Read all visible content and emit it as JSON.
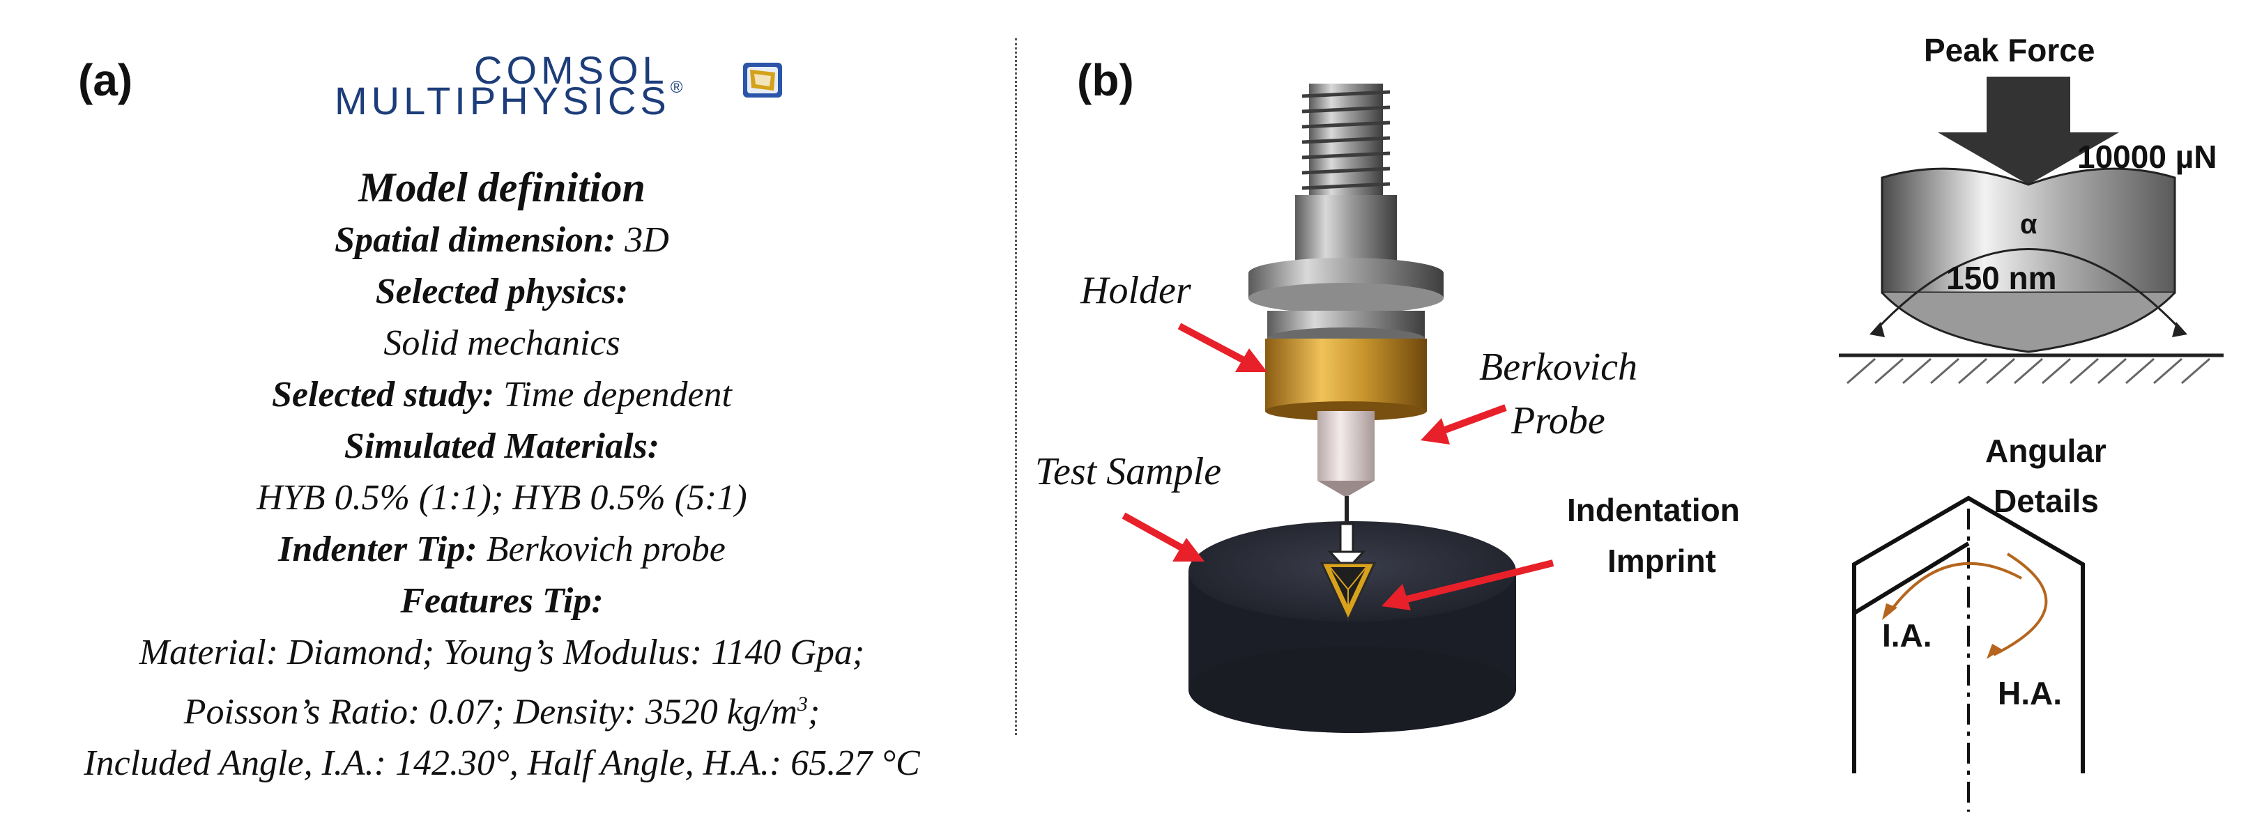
{
  "panel_a": {
    "label": "(a)",
    "logo": {
      "line1": "COMSOL",
      "line2": "MULTIPHYSICS",
      "reg": "®"
    },
    "model_definition": {
      "title": "Model definition",
      "spatial_label": "Spatial dimension:",
      "spatial_value": " 3D",
      "physics_label": "Selected physics:",
      "physics_value": "Solid mechanics",
      "study_label": "Selected study:",
      "study_value": " Time dependent",
      "materials_label": "Simulated Materials:",
      "materials_value": "HYB 0.5% (1:1); HYB 0.5% (5:1)",
      "tip_label": "Indenter Tip:",
      "tip_value": " Berkovich probe",
      "features_label": "Features Tip:",
      "features_line1": "Material: Diamond; Young’s Modulus: 1140 Gpa;",
      "features_line2_prefix": "Poisson’s Ratio: 0.07; Density: 3520 kg/m",
      "features_line2_sup": "3",
      "features_line2_suffix": ";",
      "features_line3": "Included Angle, I.A.: 142.30°, Half Angle, H.A.: 65.27 °C"
    }
  },
  "panel_b": {
    "label": "(b)",
    "callouts": {
      "holder": "Holder",
      "berkovich_line1": "Berkovich",
      "berkovich_line2": "Probe",
      "test_sample": "Test Sample",
      "indentation_line1": "Indentation",
      "indentation_line2": "Imprint"
    },
    "force": {
      "title": "Peak Force",
      "value": "10000 µN",
      "alpha": "α",
      "depth": "150 nm"
    },
    "angular": {
      "title_line1": "Angular",
      "title_line2": "Details",
      "ia": "I.A.",
      "ha": "H.A."
    },
    "colors": {
      "arrow_red": "#e8202a",
      "sample_dark": "#22242e",
      "holder_gold": "#c9962e",
      "angle_brown": "#b5651d"
    }
  }
}
